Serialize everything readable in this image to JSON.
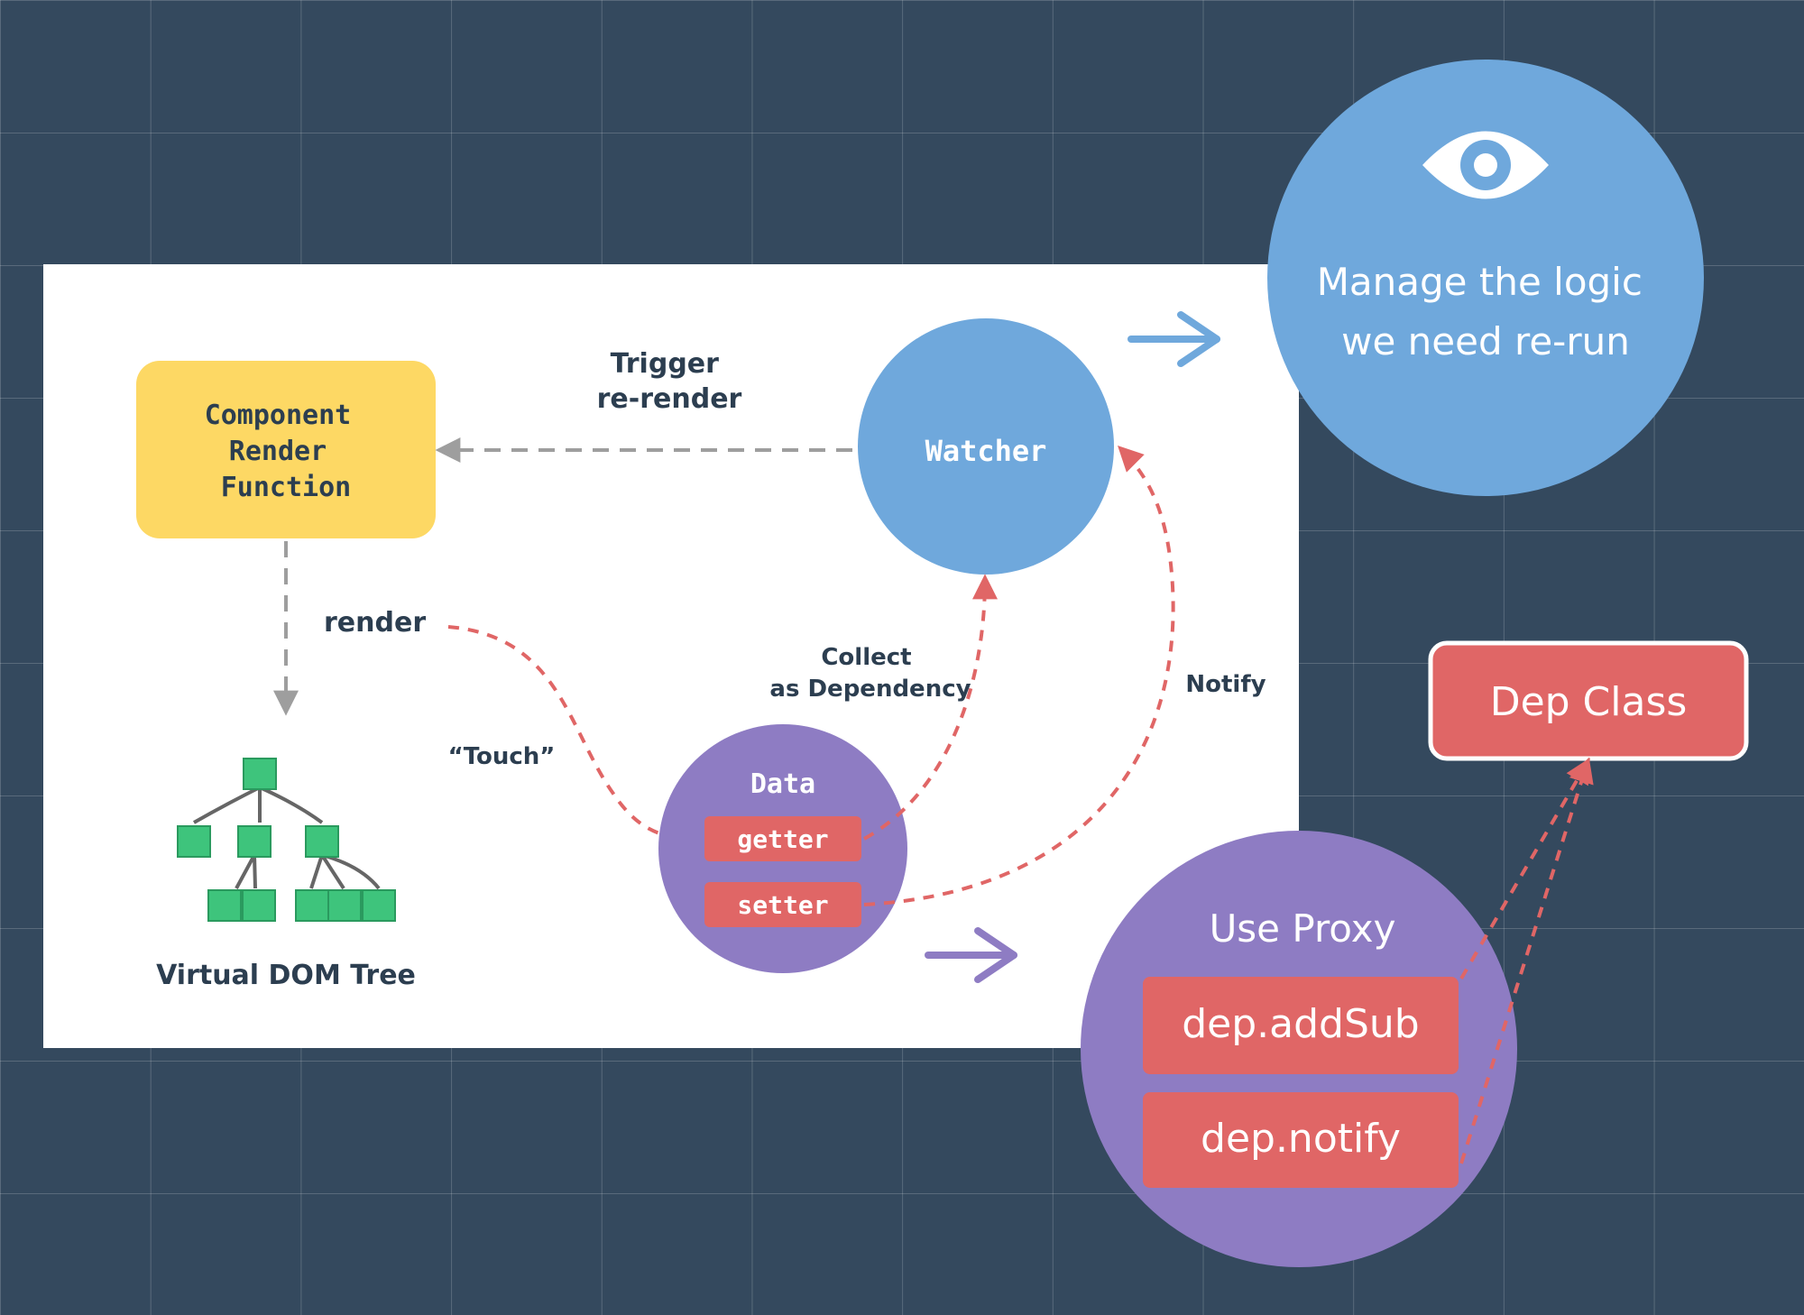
{
  "colors": {
    "background": "#34495e",
    "panel": "#ffffff",
    "component_box": "#fdd864",
    "watcher_circle": "#6fa8dc",
    "data_circle": "#8e7cc3",
    "red_pill": "#e06666",
    "dashed_gray": "#9e9e9e",
    "dashed_red": "#e06666",
    "cube_green": "#3ec47c",
    "text_dark": "#2c3e50"
  },
  "diagram": {
    "component_render": {
      "lines": [
        "Component",
        "Render",
        "Function"
      ]
    },
    "trigger_label": {
      "lines": [
        "Trigger",
        "re-render"
      ]
    },
    "watcher": {
      "label": "Watcher"
    },
    "render_label": "render",
    "touch_label": "“Touch”",
    "collect_label": {
      "lines": [
        "Collect",
        "as Dependency"
      ]
    },
    "notify_label": "Notify",
    "data": {
      "label": "Data",
      "getter": "getter",
      "setter": "setter"
    },
    "vdom_label": "Virtual DOM Tree"
  },
  "callouts": {
    "watcher_info": {
      "icon": "eye-icon",
      "lines": [
        "Manage the logic",
        "we need re-run"
      ]
    },
    "dep_class": {
      "label": "Dep Class"
    },
    "proxy": {
      "title": "Use Proxy",
      "add_sub": "dep.addSub",
      "notify": "dep.notify"
    }
  }
}
